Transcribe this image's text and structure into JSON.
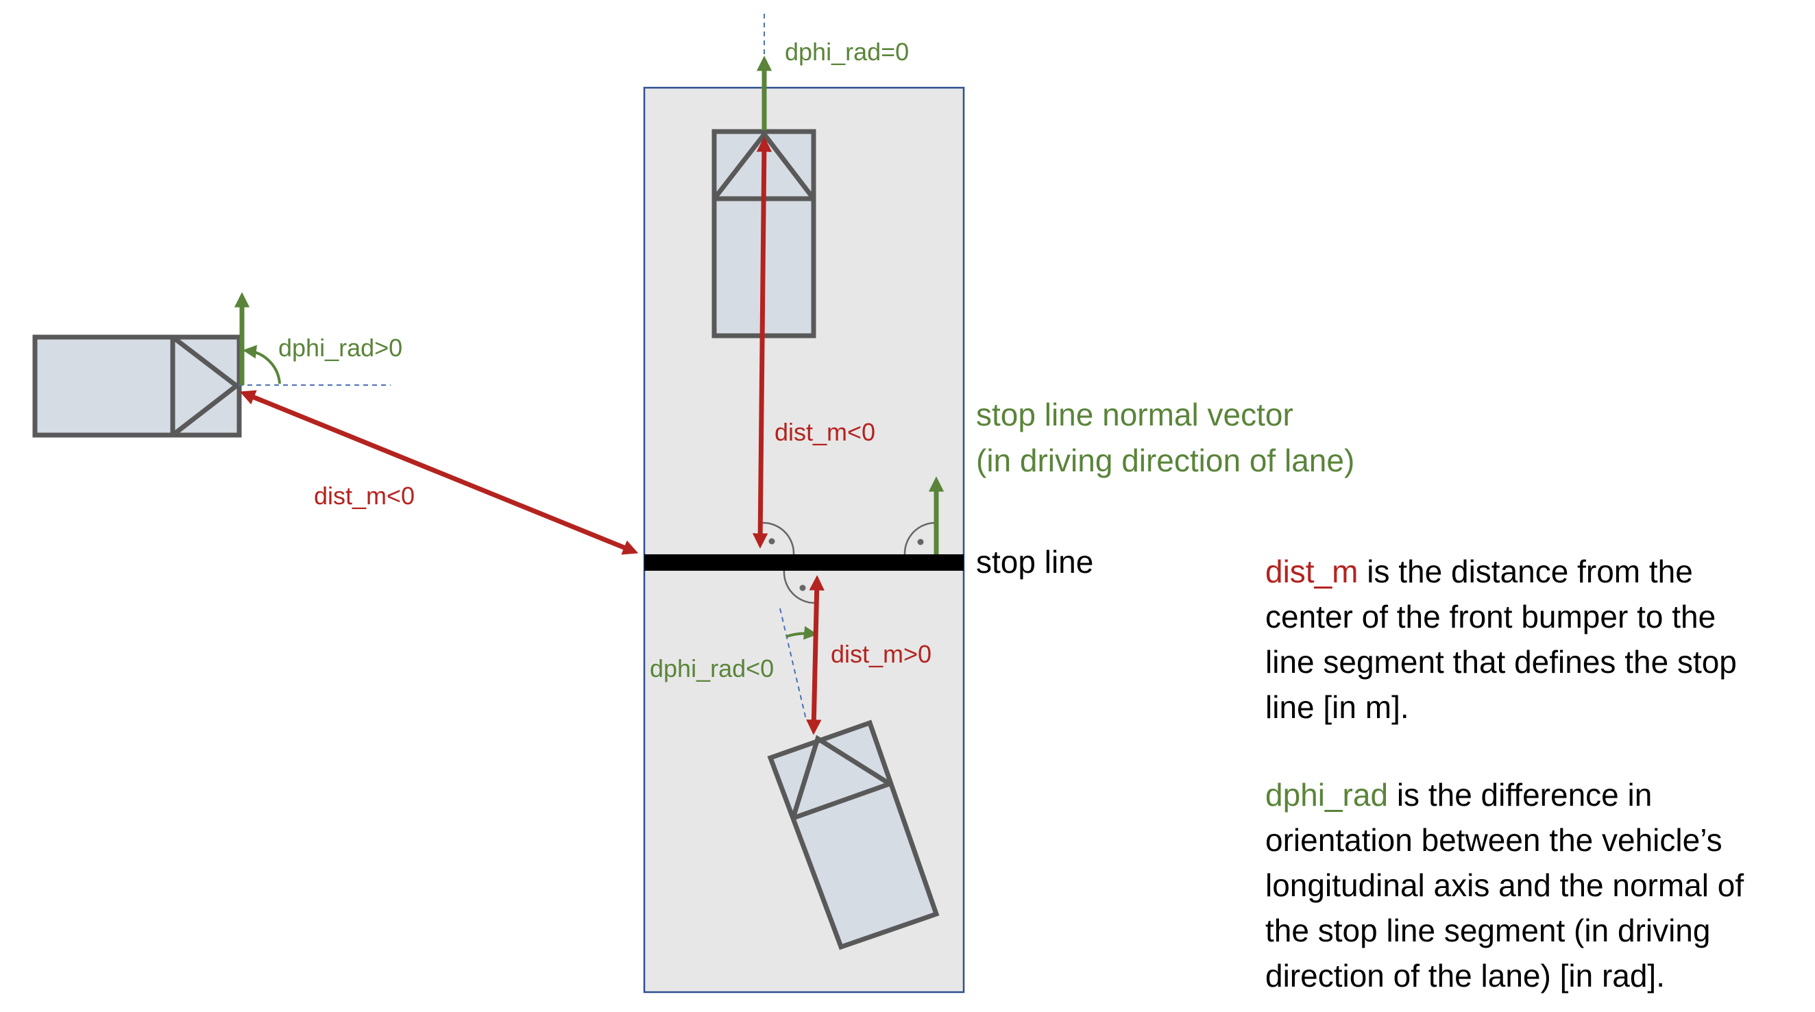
{
  "labels": {
    "dphi_top": "dphi_rad=0",
    "dphi_left": "dphi_rad>0",
    "dist_left": "dist_m<0",
    "dist_top": "dist_m<0",
    "normal_vector_line1": "stop line normal vector",
    "normal_vector_line2": "(in driving direction of lane)",
    "stop_line": "stop line",
    "dphi_bottom": "dphi_rad<0",
    "dist_bottom": "dist_m>0"
  },
  "explanation": {
    "dist_term": "dist_m",
    "dist_line1": " is the distance from the",
    "dist_line2": "center of the front bumper to the",
    "dist_line3": "line segment that defines the stop",
    "dist_line4": "line [in m].",
    "dphi_term": "dphi_rad",
    "dphi_line1": " is the difference in",
    "dphi_line2": "orientation between the vehicle’s",
    "dphi_line3": "longitudinal axis and the normal of",
    "dphi_line4": "the stop line segment (in driving",
    "dphi_line5": "direction of the lane) [in rad]."
  },
  "colors": {
    "red": "#b4231f",
    "green": "#5a843a",
    "lane_fill": "#e7e7e7",
    "lane_border": "#2f4f8f",
    "vehicle_fill": "#d6dce4",
    "vehicle_stroke": "#595959"
  }
}
